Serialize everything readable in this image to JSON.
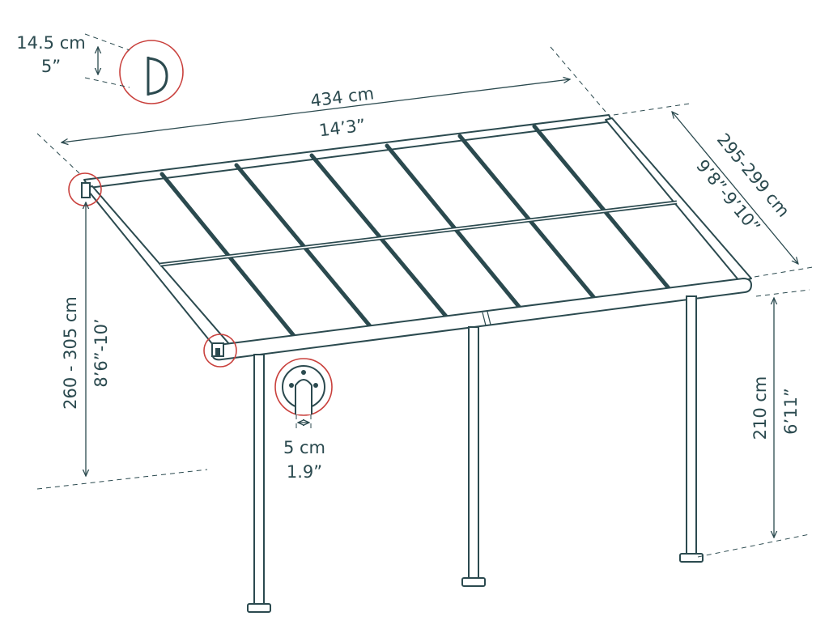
{
  "dimensions": {
    "length_cm": "434 cm",
    "length_in": "14’3”",
    "depth_cm": "295-299 cm",
    "depth_in": "9’8”-9’10”",
    "back_height_cm": "260 - 305 cm",
    "back_height_in": "8’6”-10’",
    "front_height_cm": "210 cm",
    "front_height_in": "6’11”",
    "gutter_cm": "14.5 cm",
    "gutter_in": "5”",
    "post_cm": "5 cm",
    "post_in": "1.9”"
  },
  "colors": {
    "line": "#2b4a4f",
    "callout": "#c9403c"
  }
}
